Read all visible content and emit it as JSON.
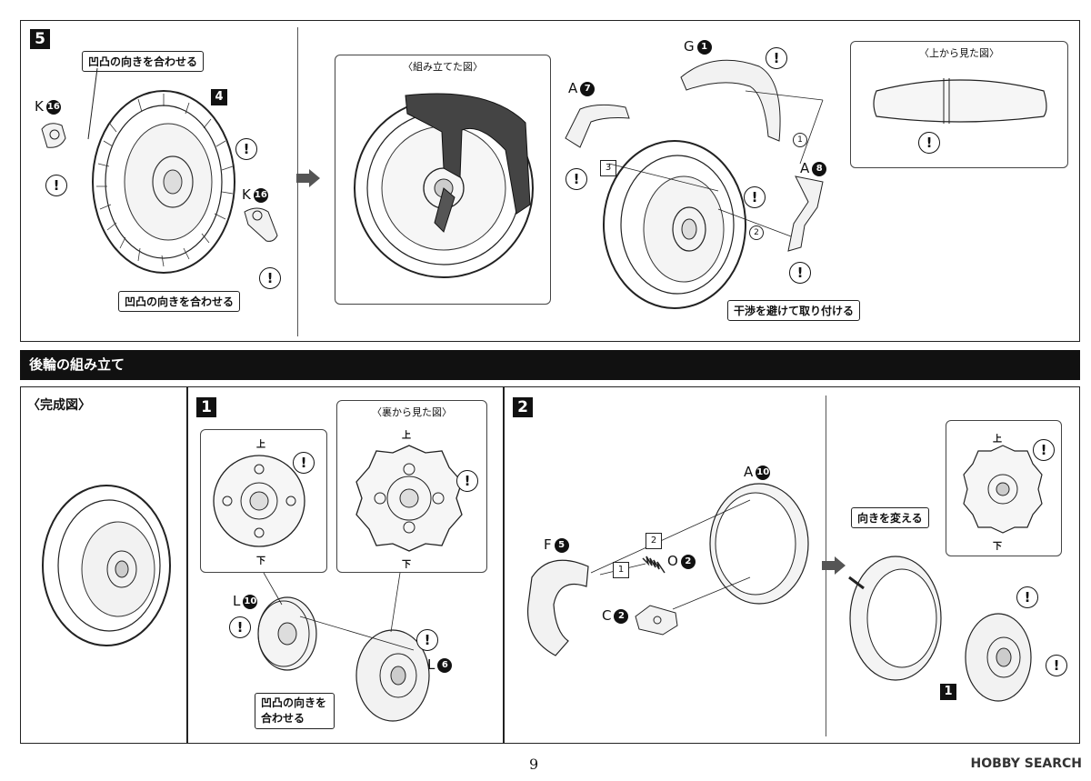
{
  "step5": {
    "number": "5",
    "sub_number": "4",
    "callout_top": "凹凸の向きを合わせる",
    "callout_bottom": "凹凸の向きを合わせる",
    "callout_right": "干渉を避けて取り付ける",
    "assembled_title": "〈組み立てた図〉",
    "top_view_title": "〈上から見た図〉",
    "parts": {
      "k_left": {
        "letter": "K",
        "num": "16"
      },
      "k_right": {
        "letter": "K",
        "num": "16"
      },
      "a7": {
        "letter": "A",
        "num": "7"
      },
      "g1": {
        "letter": "G",
        "num": "1"
      },
      "a8": {
        "letter": "A",
        "num": "8"
      }
    },
    "order": [
      "1",
      "2",
      "3"
    ]
  },
  "rear_wheel": {
    "banner": "後輪の組み立て",
    "complete_title": "〈完成図〉"
  },
  "step1": {
    "number": "1",
    "back_view_title": "〈裏から見た図〉",
    "top_label": "上",
    "bottom_label": "下",
    "top_label_2": "上",
    "bottom_label_2": "下",
    "callout": "凹凸の向きを合わせる",
    "parts": {
      "l10": {
        "letter": "L",
        "num": "10"
      },
      "l6": {
        "letter": "L",
        "num": "6"
      }
    }
  },
  "step2": {
    "number": "2",
    "callout": "向きを変える",
    "ref_number": "1",
    "top_label": "上",
    "bottom_label": "下",
    "parts": {
      "a10": {
        "letter": "A",
        "num": "10"
      },
      "f5": {
        "letter": "F",
        "num": "5"
      },
      "o2": {
        "letter": "O",
        "num": "2"
      },
      "c2": {
        "letter": "C",
        "num": "2"
      }
    },
    "order": [
      "1",
      "2"
    ]
  },
  "footer": {
    "page_number": "9",
    "watermark": "HOBBY SEARCH"
  },
  "icons": {
    "caution": "!",
    "arrow": "right-arrow-icon"
  }
}
